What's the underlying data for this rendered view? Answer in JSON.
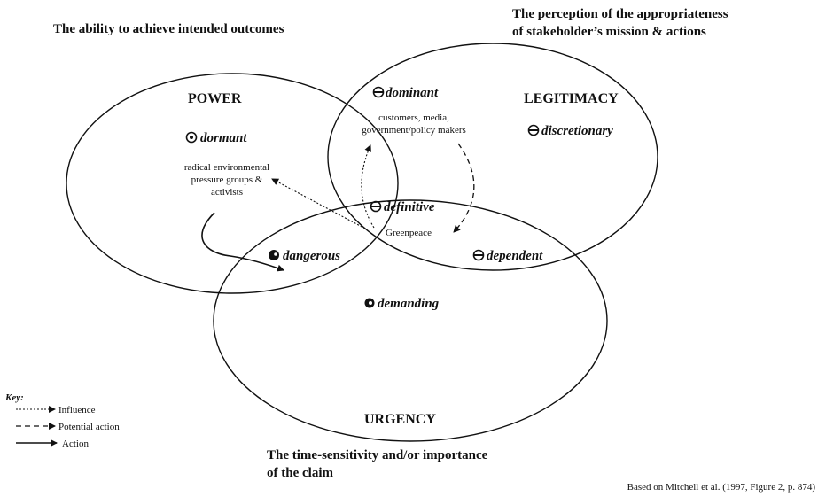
{
  "headers": {
    "power_desc": "The ability to achieve intended outcomes",
    "legitimacy_desc_line1": "The perception of the appropriateness",
    "legitimacy_desc_line2": "of stakeholder’s mission & actions",
    "urgency_desc_line1": "The time-sensitivity and/or importance",
    "urgency_desc_line2": "of the claim"
  },
  "circles": {
    "power": "POWER",
    "legitimacy": "LEGITIMACY",
    "urgency": "URGENCY"
  },
  "classes": {
    "dormant": "dormant",
    "dominant": "dominant",
    "discretionary": "discretionary",
    "definitive": "definitive",
    "dangerous": "dangerous",
    "dependent": "dependent",
    "demanding": "demanding"
  },
  "stakeholders": {
    "dominant_line1": "customers, media,",
    "dominant_line2": "government/policy makers",
    "dormant_line1": "radical environmental",
    "dormant_line2": "pressure groups &",
    "dormant_line3": "activists",
    "definitive": "Greenpeace"
  },
  "key": {
    "title": "Key:",
    "influence": "Influence",
    "potential_action": "Potential action",
    "action": "Action"
  },
  "source": "Based on Mitchell et al. (1997, Figure 2, p. 874)"
}
